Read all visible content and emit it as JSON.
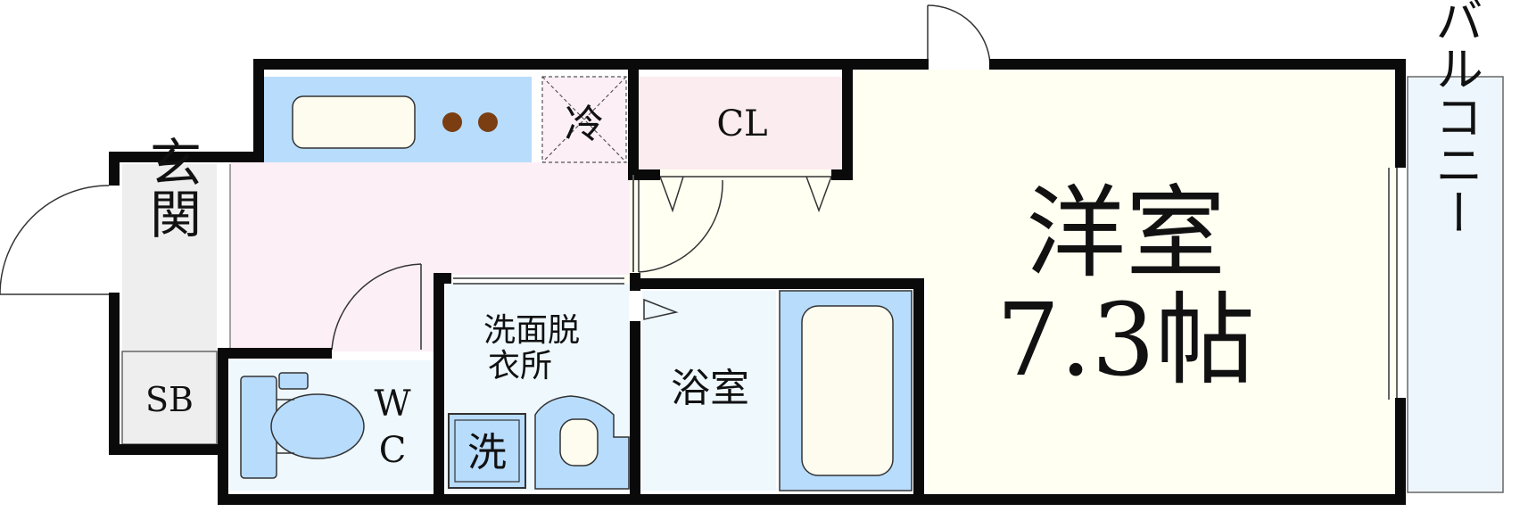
{
  "rooms": {
    "western": {
      "name": "洋室",
      "size": "7.3帖"
    },
    "balcony": "バルコニー",
    "entrance": "玄関",
    "shoe_box": "SB",
    "toilet_w": "W",
    "toilet_c": "C",
    "washroom_line1": "洗面脱",
    "washroom_line2": "衣所",
    "washer": "洗",
    "bath": "浴室",
    "closet": "CL",
    "fridge": "冷"
  },
  "colors": {
    "wall": "#0a0a0a",
    "western_floor": "#fffff2",
    "hall_floor": "#fdeff6",
    "closet_floor": "#fbecef",
    "wet_area": "#b8dcfc",
    "wash_floor": "#eef8fd",
    "entrance_floor": "#eeeeee",
    "balcony_floor": "#edf6fd",
    "fixture": "#fdfcee",
    "burner": "#7a3e12"
  }
}
